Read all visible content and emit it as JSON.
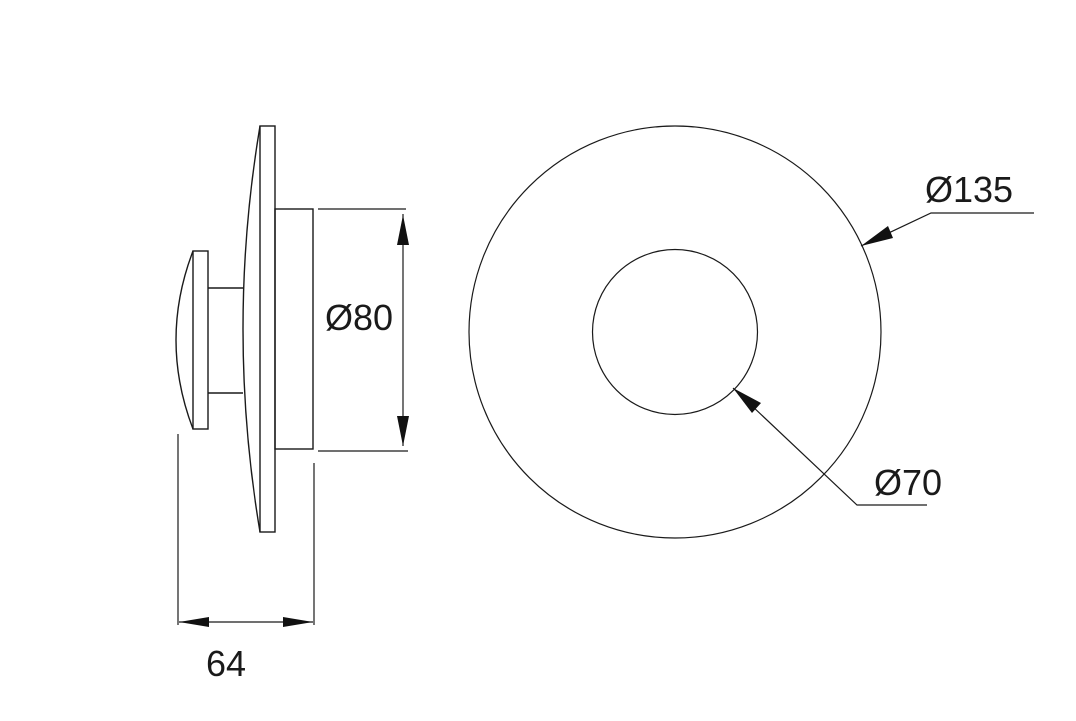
{
  "drawing": {
    "side_view": {
      "body_diameter_label": "Ø80",
      "depth_label": "64"
    },
    "front_view": {
      "outer_diameter_label": "Ø135",
      "inner_diameter_label": "Ø70"
    },
    "colors": {
      "line": "#1a1a1a",
      "background": "#ffffff"
    }
  }
}
